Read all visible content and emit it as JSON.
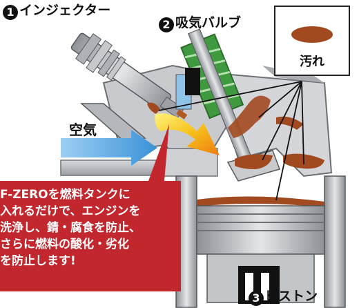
{
  "labels": {
    "injector": "インジェクター",
    "valve": "吸気バルブ",
    "piston": "ピストン",
    "air": "空気",
    "dirt": "汚れ"
  },
  "numbers": {
    "one": "1",
    "two": "2",
    "three": "3"
  },
  "callout": {
    "lines": [
      "F-ZEROを燃料タンクに",
      "入れるだけで、エンジンを",
      "洗浄し、錆・腐食を防止、",
      "さらに燃料の酸化・劣化",
      "を防止します!"
    ]
  },
  "colors": {
    "dirt": "#a24a1f",
    "callout": "#c1272d",
    "air_arrow": "#5aa8e6",
    "fuel_flame": "#f7a21b",
    "valve_spring": "#3f9a3f",
    "metal": "#b9bcc0"
  }
}
